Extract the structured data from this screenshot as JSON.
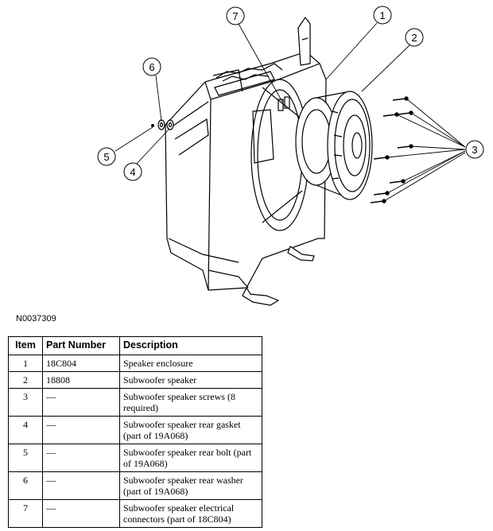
{
  "figure": {
    "id": "N0037309",
    "callouts": [
      "1",
      "2",
      "3",
      "4",
      "5",
      "6",
      "7"
    ]
  },
  "table": {
    "headers": {
      "item": "Item",
      "part_number": "Part Number",
      "description": "Description"
    },
    "rows": [
      {
        "item": "1",
        "part_number": "18C804",
        "description": "Speaker enclosure"
      },
      {
        "item": "2",
        "part_number": "18808",
        "description": "Subwoofer speaker"
      },
      {
        "item": "3",
        "part_number": "—",
        "description": "Subwoofer speaker screws (8 required)"
      },
      {
        "item": "4",
        "part_number": "—",
        "description": "Subwoofer speaker rear gasket (part of 19A068)"
      },
      {
        "item": "5",
        "part_number": "—",
        "description": "Subwoofer speaker rear bolt (part of 19A068)"
      },
      {
        "item": "6",
        "part_number": "—",
        "description": "Subwoofer speaker rear washer (part of 19A068)"
      },
      {
        "item": "7",
        "part_number": "—",
        "description": "Subwoofer speaker electrical connectors (part of 18C804)"
      }
    ]
  }
}
